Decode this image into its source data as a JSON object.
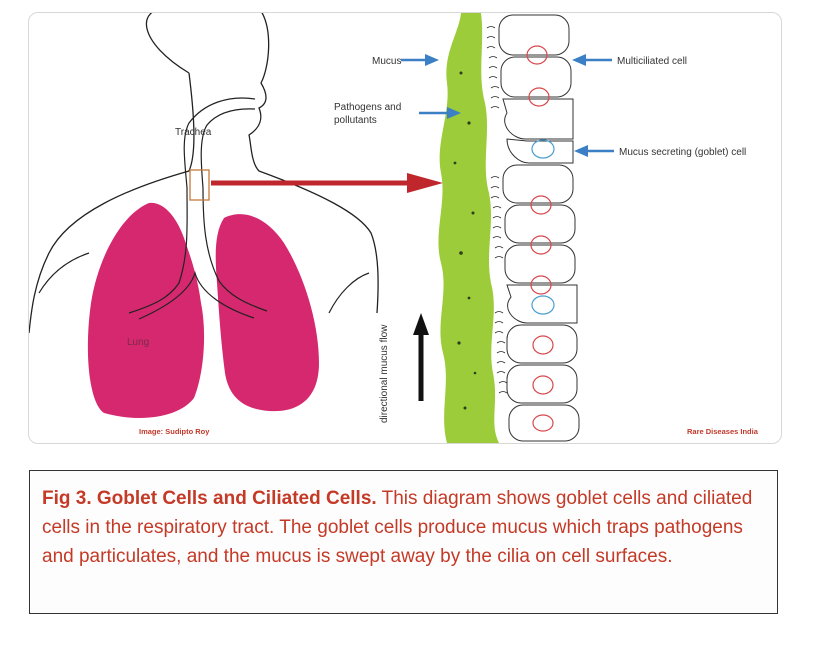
{
  "diagram": {
    "labels": {
      "trachea": "Trachea",
      "lung": "Lung",
      "mucus": "Mucus",
      "pathogens_line1": "Pathogens and",
      "pathogens_line2": "pollutants",
      "multiciliated": "Multiciliated cell",
      "goblet": "Mucus secreting (goblet) cell",
      "flow": "directional mucus flow",
      "image_credit": "Image: Sudipto Roy",
      "source_credit": "Rare Diseases India"
    },
    "colors": {
      "lung": "#d6286e",
      "mucus": "#9ccc3a",
      "red_arrow": "#c0272d",
      "blue_arrow": "#3b7fc4",
      "nucleus_ciliated": "#d8464a",
      "nucleus_goblet": "#4a9fd0",
      "credit_text": "#c0392b"
    }
  },
  "caption": {
    "title": "Fig 3. Goblet Cells and Ciliated Cells.",
    "body": " This diagram shows goblet cells and ciliated cells in the respiratory tract. The goblet cells produce mucus which traps pathogens and particulates, and the mucus is swept away by the cilia on cell surfaces."
  }
}
